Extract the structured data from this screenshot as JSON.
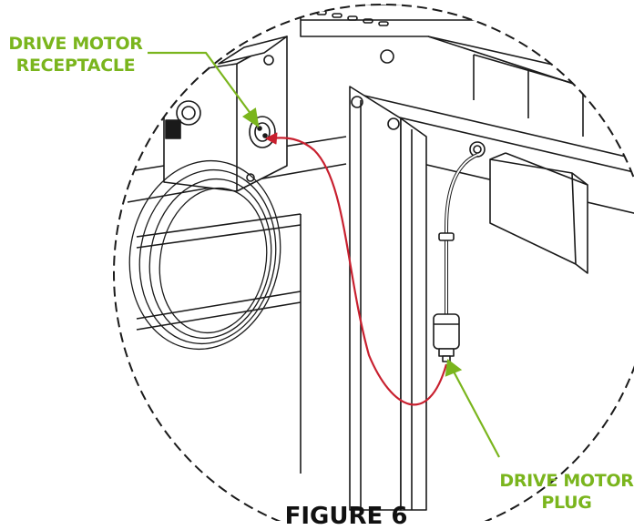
{
  "callouts": {
    "receptacle": {
      "line1": "DRIVE MOTOR",
      "line2": "RECEPTACLE"
    },
    "plug": {
      "line1": "DRIVE MOTOR",
      "line2": "PLUG"
    }
  },
  "caption": "FIGURE 6",
  "colors": {
    "callout": "#7ab51d",
    "cable_route": "#c8202f",
    "outline": "#1a1a1a"
  }
}
